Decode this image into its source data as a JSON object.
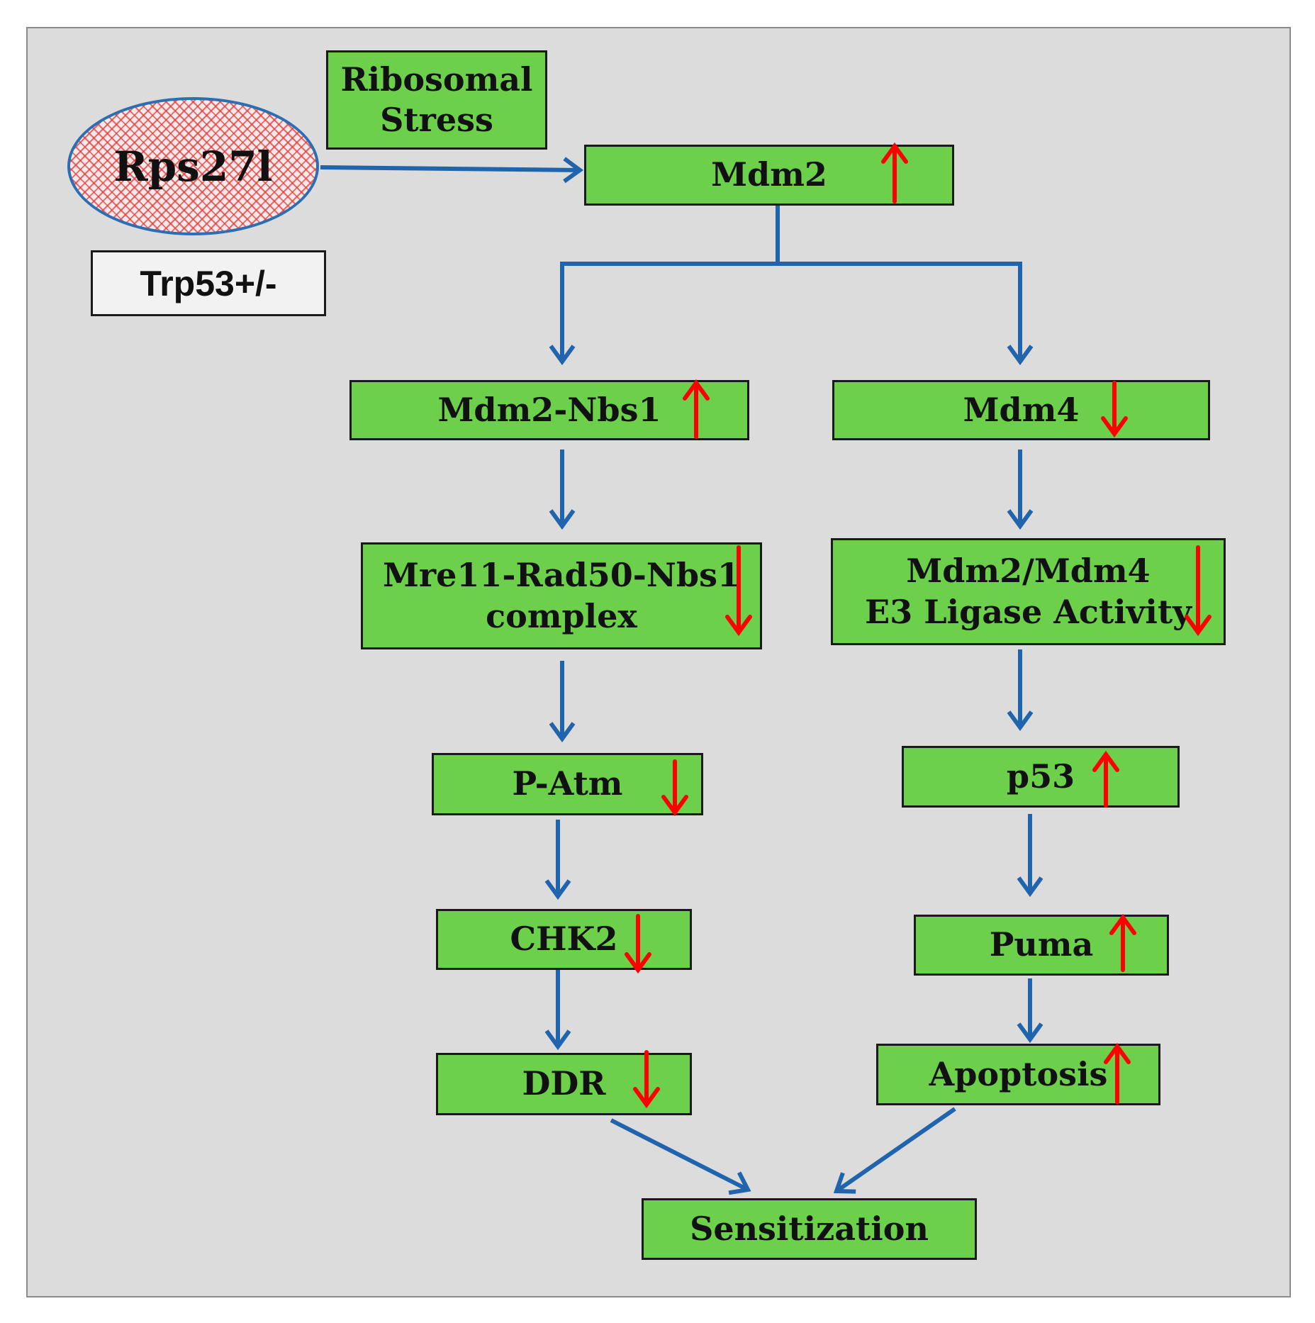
{
  "diagram": {
    "source": {
      "label": "Rps27l"
    },
    "genotype": {
      "label": "Trp53+/-"
    },
    "stress": {
      "label": "Ribosomal\nStress"
    },
    "nodes": {
      "mdm2": {
        "label": "Mdm2",
        "change": "up"
      },
      "mdm2_nbs1": {
        "label": "Mdm2-Nbs1",
        "change": "up"
      },
      "mdm4": {
        "label": "Mdm4",
        "change": "down"
      },
      "mrn": {
        "label": "Mre11-Rad50-Nbs1\ncomplex",
        "change": "down"
      },
      "e3": {
        "label": "Mdm2/Mdm4\nE3 Ligase Activity",
        "change": "down"
      },
      "patm": {
        "label": "P-Atm",
        "change": "down"
      },
      "p53": {
        "label": "p53",
        "change": "up"
      },
      "chk2": {
        "label": "CHK2",
        "change": "down"
      },
      "puma": {
        "label": "Puma",
        "change": "up"
      },
      "ddr": {
        "label": "DDR",
        "change": "down"
      },
      "apoptosis": {
        "label": "Apoptosis",
        "change": "up"
      },
      "sensitization": {
        "label": "Sensitization"
      }
    },
    "edges": [
      [
        "Rps27l",
        "Mdm2"
      ],
      [
        "Mdm2",
        "Mdm2-Nbs1"
      ],
      [
        "Mdm2",
        "Mdm4"
      ],
      [
        "Mdm2-Nbs1",
        "Mre11-Rad50-Nbs1 complex"
      ],
      [
        "Mdm4",
        "Mdm2/Mdm4 E3 Ligase Activity"
      ],
      [
        "Mre11-Rad50-Nbs1 complex",
        "P-Atm"
      ],
      [
        "Mdm2/Mdm4 E3 Ligase Activity",
        "p53"
      ],
      [
        "P-Atm",
        "CHK2"
      ],
      [
        "p53",
        "Puma"
      ],
      [
        "CHK2",
        "DDR"
      ],
      [
        "Puma",
        "Apoptosis"
      ],
      [
        "DDR",
        "Sensitization"
      ],
      [
        "Apoptosis",
        "Sensitization"
      ]
    ],
    "colors": {
      "box_fill": "#6dd04a",
      "flow_arrow": "#1f64ad",
      "change_arrow": "#ff0000",
      "panel": "#dcdcdc"
    }
  }
}
